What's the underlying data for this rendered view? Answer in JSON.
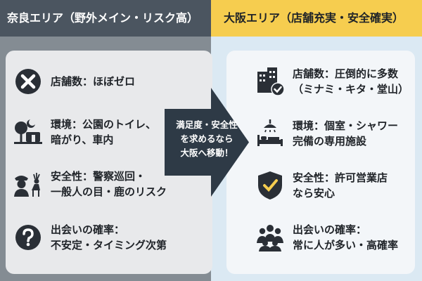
{
  "left": {
    "title": "奈良エリア（野外メイン・リスク高）",
    "items": [
      {
        "icon": "cross-circle-icon",
        "lines": [
          "店舗数：ほぼゼロ"
        ]
      },
      {
        "icon": "park-night-icon",
        "lines": [
          "環境：公園のトイレ、",
          "暗がり、車内"
        ]
      },
      {
        "icon": "police-deer-icon",
        "lines": [
          "安全性：警察巡回・",
          "一般人の目・鹿のリスク"
        ]
      },
      {
        "icon": "question-circle-icon",
        "lines": [
          "出会いの確率：",
          "不安定・タイミング次第"
        ]
      }
    ]
  },
  "arrow": {
    "lines": [
      "満足度・安全性",
      "を求めるなら",
      "大阪へ移動！"
    ]
  },
  "right": {
    "title": "大阪エリア（店舗充実・安全確実）",
    "items": [
      {
        "icon": "buildings-check-icon",
        "lines": [
          "店舗数：圧倒的に多数",
          "（ミナミ・キタ・堂山）"
        ]
      },
      {
        "icon": "shower-bed-icon",
        "lines": [
          "環境：個室・シャワー",
          "完備の専用施設"
        ]
      },
      {
        "icon": "shield-check-icon",
        "lines": [
          "安全性：許可営業店",
          "なら安心"
        ]
      },
      {
        "icon": "crowd-icon",
        "lines": [
          "出会いの確率：",
          "常に人が多い・高確率"
        ]
      }
    ]
  },
  "colors": {
    "left_header": "#4b5560",
    "left_panel": "#848c93",
    "right_header": "#f6cd4f",
    "right_panel": "#dbe9f3",
    "arrow": "#2e3a46"
  }
}
